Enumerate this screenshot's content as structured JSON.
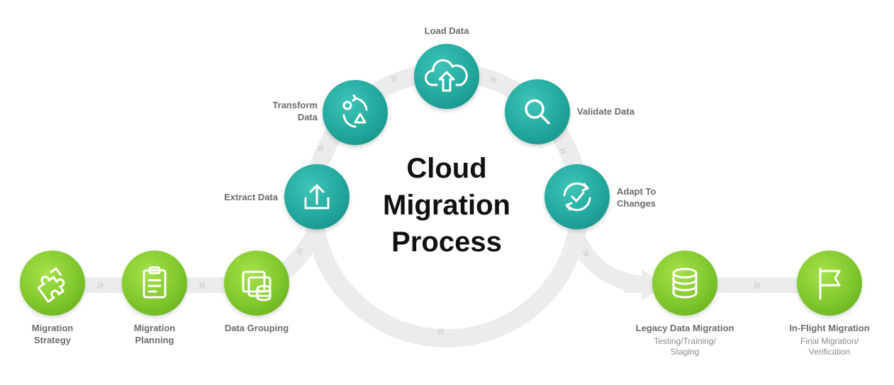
{
  "title": {
    "line1": "Cloud",
    "line2": "Migration",
    "line3": "Process"
  },
  "colors": {
    "teal": "#22a79c",
    "green": "#7fc72c",
    "track": "#ebebeb",
    "label": "#6b6b6b",
    "title": "#111111"
  },
  "cycle_steps": [
    {
      "label": "Extract Data",
      "icon": "upload-tray-icon"
    },
    {
      "label_line1": "Transform",
      "label_line2": "Data",
      "icon": "transform-cycle-icon"
    },
    {
      "label": "Load Data",
      "icon": "cloud-upload-icon"
    },
    {
      "label": "Validate Data",
      "icon": "magnifier-icon"
    },
    {
      "label_line1": "Adapt To",
      "label_line2": "Changes",
      "icon": "refresh-check-icon"
    }
  ],
  "left_steps": [
    {
      "label_line1": "Migration",
      "label_line2": "Strategy",
      "icon": "puzzle-icon"
    },
    {
      "label_line1": "Migration",
      "label_line2": "Planning",
      "icon": "clipboard-icon"
    },
    {
      "label": "Data Grouping",
      "icon": "data-group-icon"
    }
  ],
  "right_steps": [
    {
      "label": "Legacy Data Migration",
      "sub_line1": "Testing/Training/",
      "sub_line2": "Staging",
      "icon": "database-icon"
    },
    {
      "label": "In-Flight Migration",
      "sub_line1": "Final Migration/",
      "sub_line2": "Verification",
      "icon": "flag-icon"
    }
  ]
}
